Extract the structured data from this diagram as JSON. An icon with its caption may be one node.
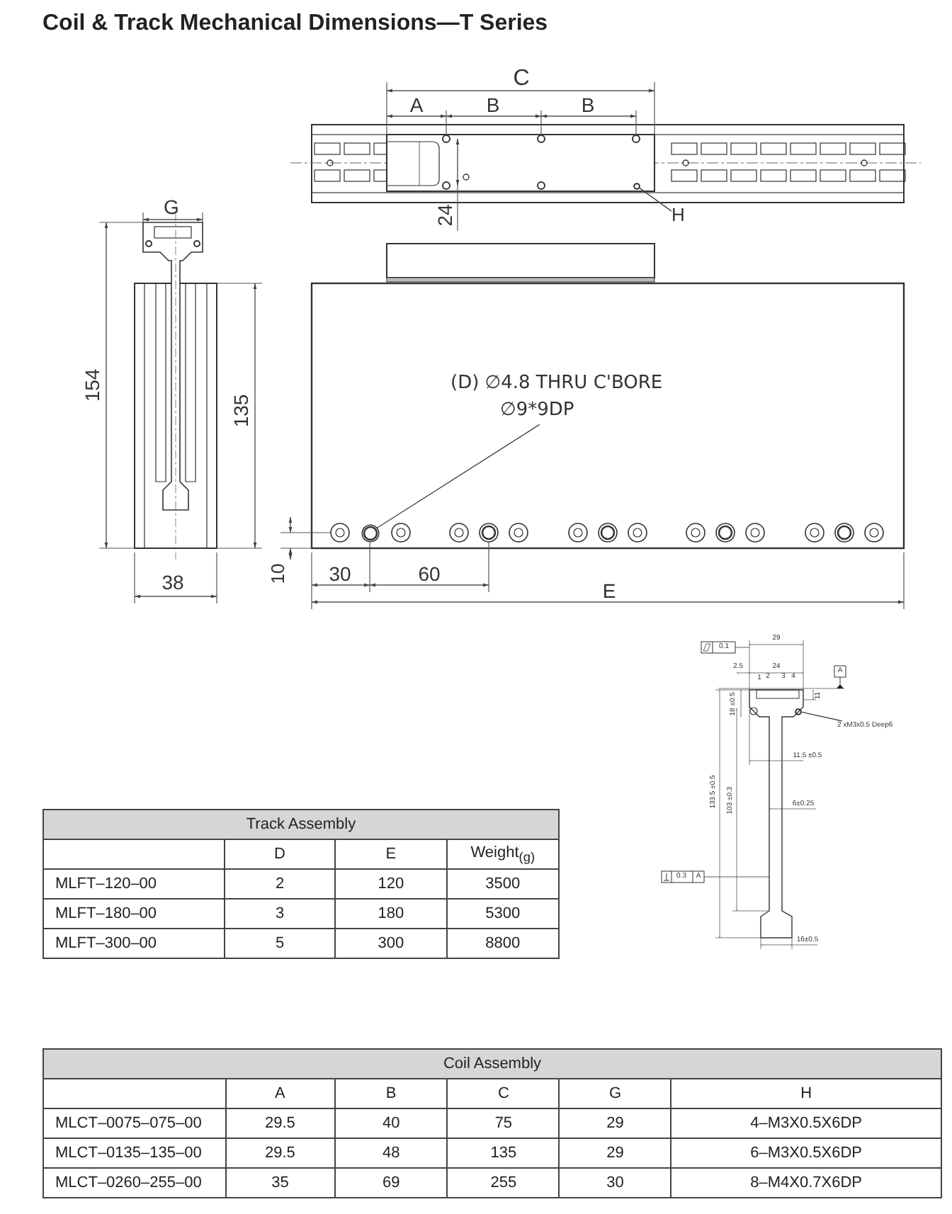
{
  "diagram": {
    "title": "Coil & Track Mechanical Dimensions—T Series",
    "nodes": [
      {
        "text": [
          "H"
        ]
      },
      {
        "text": [],
        "shape": "circle"
      },
      {
        "text": [
          "(D) ∅4.8 THRU C'BORE ∅9*9DP"
        ]
      },
      {
        "text": [],
        "shape": "circle"
      },
      {
        "text": [
          "2 xM3x0.5 Deep6"
        ]
      },
      {
        "text": [],
        "shape": "circle"
      }
    ],
    "edges": [
      {
        "from": 0,
        "to": 1,
        "arrow": "none"
      },
      {
        "from": 2,
        "to": 3,
        "arrow": "none"
      },
      {
        "from": 4,
        "to": 5,
        "arrow": "none"
      }
    ],
    "labels": [
      "C",
      "A",
      "B",
      "B",
      "G",
      "24",
      "154",
      "135",
      "38",
      "10",
      "30",
      "60",
      "E",
      "0.1",
      "29",
      "2.5",
      "24",
      "1",
      "2",
      "3",
      "4",
      "A",
      "11",
      "18 ±0.5",
      "11.5 ±0.5",
      "133.5 ±0.5",
      "103 ±0.3",
      "6±0.25",
      "0.3",
      "A",
      "16±0.5",
      "Track Assembly",
      "D",
      "E",
      "Weight$_{(g)}$",
      "MLFT–120–00",
      "2",
      "120",
      "3500",
      "MLFT–180–00",
      "3",
      "180",
      "5300",
      "MLFT–300–00",
      "5",
      "300",
      "8800",
      "Coil Assembly",
      "A",
      "B",
      "C",
      "G",
      "H",
      "MLCT–0075–075–00",
      "29.5",
      "40",
      "75",
      "29",
      "4–M3X0.5X6DP",
      "MLCT–0135–135–00",
      "29.5",
      "48",
      "135",
      "29",
      "6–M3X0.5X6DP",
      "MLCT–0260–255–00",
      "35",
      "69",
      "255",
      "30",
      "8–M4X0.7X6DP"
    ]
  }
}
